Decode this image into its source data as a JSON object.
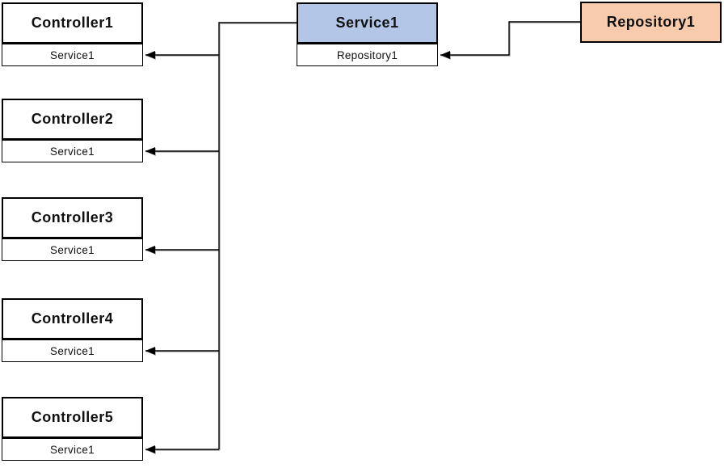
{
  "diagram": {
    "nodes": {
      "controllers": [
        {
          "title": "Controller1",
          "dependency": "Service1"
        },
        {
          "title": "Controller2",
          "dependency": "Service1"
        },
        {
          "title": "Controller3",
          "dependency": "Service1"
        },
        {
          "title": "Controller4",
          "dependency": "Service1"
        },
        {
          "title": "Controller5",
          "dependency": "Service1"
        }
      ],
      "service": {
        "title": "Service1",
        "dependency": "Repository1"
      },
      "repository": {
        "title": "Repository1"
      }
    },
    "edges": [
      {
        "from": "Service1",
        "to": "Controller1.Service1"
      },
      {
        "from": "Service1",
        "to": "Controller2.Service1"
      },
      {
        "from": "Service1",
        "to": "Controller3.Service1"
      },
      {
        "from": "Service1",
        "to": "Controller4.Service1"
      },
      {
        "from": "Service1",
        "to": "Controller5.Service1"
      },
      {
        "from": "Repository1",
        "to": "Service1.Repository1"
      }
    ],
    "colors": {
      "controller_fill": "#ffffff",
      "service_fill": "#b4c6e7",
      "repository_fill": "#f8cbad",
      "border": "#000000",
      "connector": "#000000",
      "text": "#111111"
    }
  }
}
